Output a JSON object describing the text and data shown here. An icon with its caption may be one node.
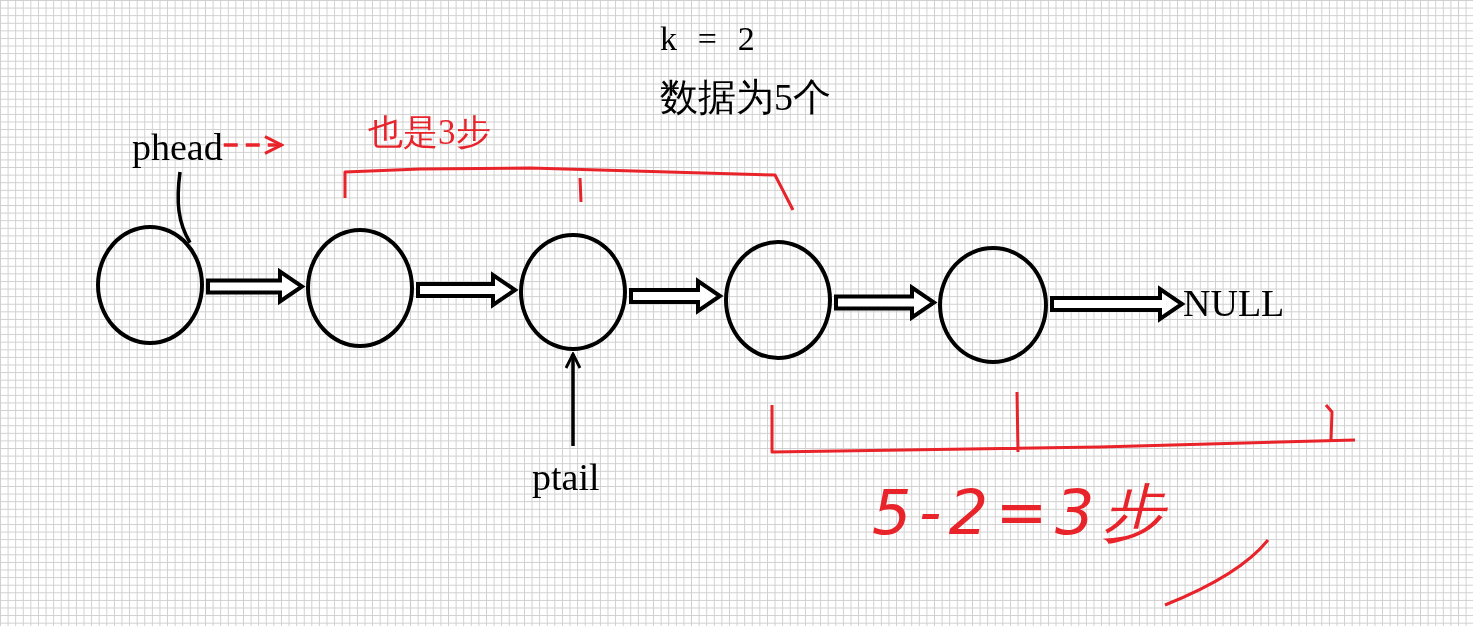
{
  "diagram": {
    "nodes": [
      {
        "text": [],
        "shape": "circle"
      },
      {
        "text": [],
        "shape": "circle"
      },
      {
        "text": [],
        "shape": "circle"
      },
      {
        "text": [],
        "shape": "circle"
      },
      {
        "text": [],
        "shape": "circle"
      },
      {
        "text": [
          "NULL"
        ]
      },
      {
        "text": [
          "phead"
        ]
      },
      {
        "text": [
          "ptail"
        ]
      }
    ],
    "edges": [
      {
        "from": 0,
        "to": 1,
        "arrow": "to"
      },
      {
        "from": 1,
        "to": 2,
        "arrow": "to"
      },
      {
        "from": 2,
        "to": 3,
        "arrow": "to"
      },
      {
        "from": 3,
        "to": 4,
        "arrow": "to"
      },
      {
        "from": 4,
        "to": 5,
        "arrow": "to"
      },
      {
        "from": 6,
        "to": 0,
        "arrow": "none"
      },
      {
        "from": 6,
        "to": null,
        "arrow": "to",
        "style": "dashed",
        "color": "#e8232a"
      },
      {
        "from": 7,
        "to": 2,
        "arrow": "to"
      }
    ],
    "labels": [
      "k = 2",
      "数据为5个",
      "也是3步",
      "5-2=3步"
    ]
  }
}
